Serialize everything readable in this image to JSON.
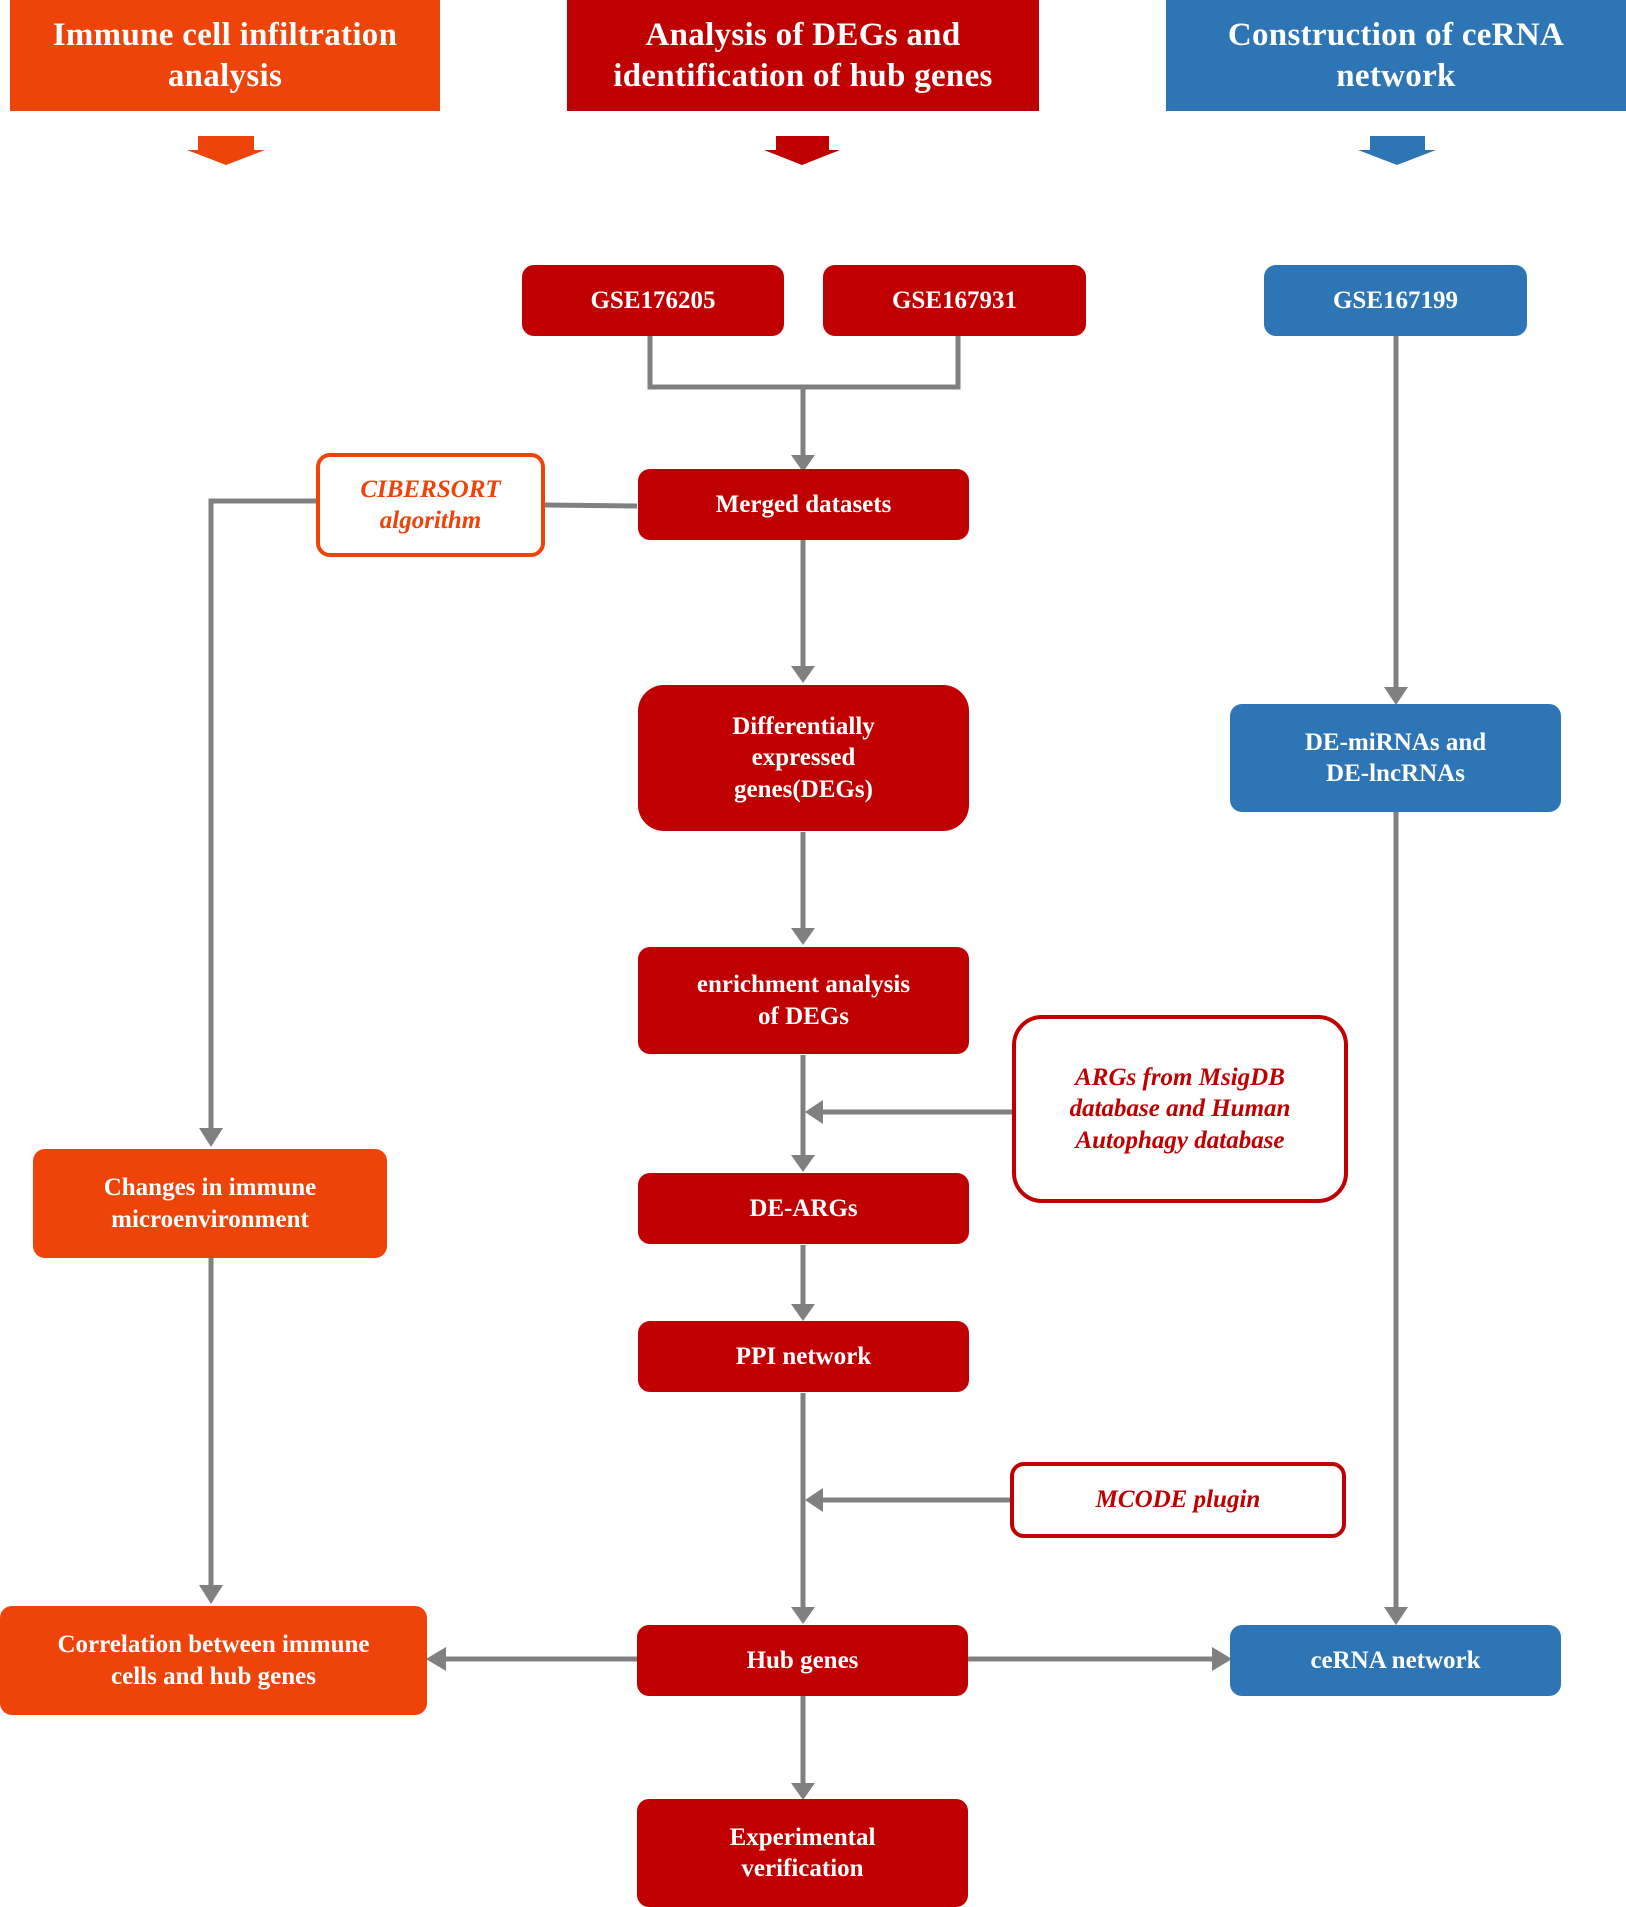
{
  "headers": {
    "immune": "Immune cell infiltration\nanalysis",
    "degs": "Analysis of DEGs and\nidentification of hub genes",
    "cerna": "Construction of ceRNA\nnetwork"
  },
  "nodes": {
    "gse176205": "GSE176205",
    "gse167931": "GSE167931",
    "gse167199": "GSE167199",
    "merged": "Merged datasets",
    "cibersort": "CIBERSORT\nalgorithm",
    "degs": "Differentially\nexpressed\ngenes(DEGs)",
    "de_mirnas": "DE-miRNAs and\nDE-lncRNAs",
    "enrichment": "enrichment analysis\nof DEGs",
    "args_db": "ARGs from MsigDB\ndatabase and Human\nAutophagy database",
    "changes": "Changes in immune\nmicroenvironment",
    "de_args": "DE-ARGs",
    "ppi": "PPI network",
    "mcode": "MCODE plugin",
    "correlation": "Correlation between immune\ncells and hub genes",
    "hub": "Hub genes",
    "cerna_network": "ceRNA network",
    "experimental": "Experimental\nverification"
  },
  "colors": {
    "orange": "#ee4309",
    "red": "#c00000",
    "blue": "#2e75b6",
    "connector": "#808080"
  }
}
